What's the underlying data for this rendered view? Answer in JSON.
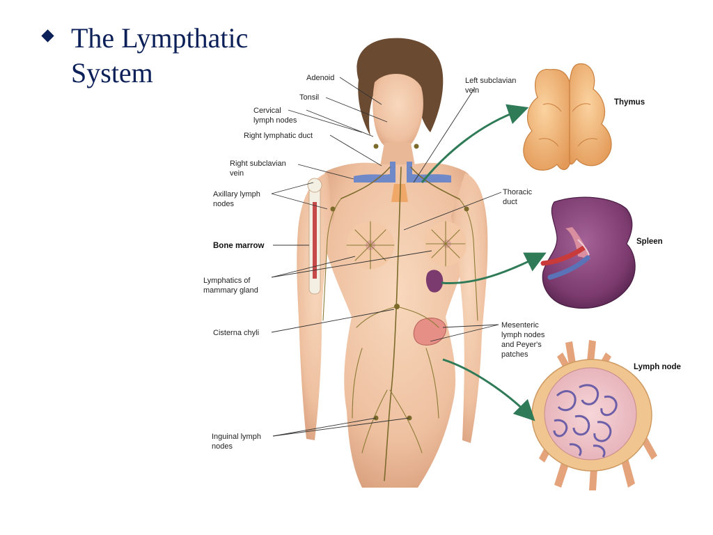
{
  "slide": {
    "bullet_text": "The Lympthatic System"
  },
  "diagram": {
    "labels": {
      "adenoid": "Adenoid",
      "tonsil": "Tonsil",
      "cervical_1": "Cervical",
      "cervical_2": "lymph nodes",
      "right_lymphatic_duct": "Right lymphatic duct",
      "right_subclavian_1": "Right subclavian",
      "right_subclavian_2": "vein",
      "axillary_1": "Axillary lymph",
      "axillary_2": "nodes",
      "bone_marrow": "Bone marrow",
      "mammary_1": "Lymphatics of",
      "mammary_2": "mammary gland",
      "cisterna_chyli": "Cisterna chyli",
      "inguinal_1": "Inguinal lymph",
      "inguinal_2": "nodes",
      "left_subclavian_1": "Left subclavian",
      "left_subclavian_2": "vein",
      "thoracic_1": "Thoracic",
      "thoracic_2": "duct",
      "mesenteric_1": "Mesenteric",
      "mesenteric_2": "lymph nodes",
      "mesenteric_3": "and Peyer's",
      "mesenteric_4": "patches",
      "thymus": "Thymus",
      "spleen": "Spleen",
      "lymph_node": "Lymph node"
    }
  },
  "colors": {
    "title_text": "#0b1f58",
    "skin": "#f0c4a2",
    "lymph_vessel": "#7b6a2a",
    "vein_blue": "#6f89c8",
    "thymus": "#f2b87a",
    "spleen": "#7c3b6e",
    "arrow_green": "#2f7a57"
  }
}
